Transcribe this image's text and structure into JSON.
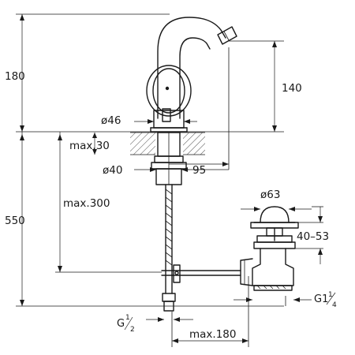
{
  "dimensions": {
    "height_total_upper": "180",
    "height_spout": "140",
    "diameter_base": "ø46",
    "max_thickness": "max.30",
    "diameter_shank": "ø40",
    "projection": "95",
    "max_hose_length": "max.300",
    "height_total_lower": "550",
    "diameter_waste": "ø63",
    "waste_range": "40–53",
    "thread_waste_main": "G1",
    "thread_waste_num": "1",
    "thread_waste_den": "4",
    "thread_supply_main": "G",
    "thread_supply_num": "1",
    "thread_supply_den": "2",
    "max_waste_offset": "max.180"
  }
}
